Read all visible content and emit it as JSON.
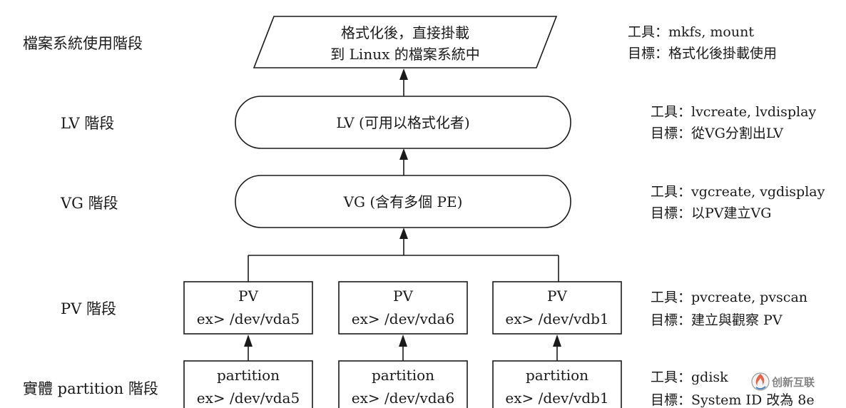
{
  "stages": {
    "filesystem": "檔案系統使用階段",
    "lv": "LV 階段",
    "vg": "VG 階段",
    "pv": "PV 階段",
    "partition": "實體 partition 階段"
  },
  "nodes": {
    "filesystem": {
      "line1": "格式化後，直接掛載",
      "line2": "到 Linux 的檔案系統中"
    },
    "lv": "LV (可用以格式化者)",
    "vg": "VG (含有多個 PE)",
    "pv": [
      {
        "label": "PV",
        "device": "ex> /dev/vda5"
      },
      {
        "label": "PV",
        "device": "ex> /dev/vda6"
      },
      {
        "label": "PV",
        "device": "ex> /dev/vdb1"
      }
    ],
    "partition": [
      {
        "label": "partition",
        "device": "ex> /dev/vda5"
      },
      {
        "label": "partition",
        "device": "ex> /dev/vda6"
      },
      {
        "label": "partition",
        "device": "ex> /dev/vdb1"
      }
    ]
  },
  "side_notes": {
    "filesystem": {
      "tools": "工具：mkfs, mount",
      "goal": "目標：格式化後掛載使用"
    },
    "lv": {
      "tools": "工具：lvcreate, lvdisplay",
      "goal": "目標：從VG分割出LV"
    },
    "vg": {
      "tools": "工具：vgcreate, vgdisplay",
      "goal": "目標：以PV建立VG"
    },
    "pv": {
      "tools": "工具：pvcreate, pvscan",
      "goal": "目標：建立與觀察 PV"
    },
    "partition": {
      "tools": "工具：gdisk",
      "goal": "目標：System ID 改為 8e"
    }
  },
  "watermark": {
    "text": "创新互联",
    "icon": "flame-logo-icon"
  }
}
